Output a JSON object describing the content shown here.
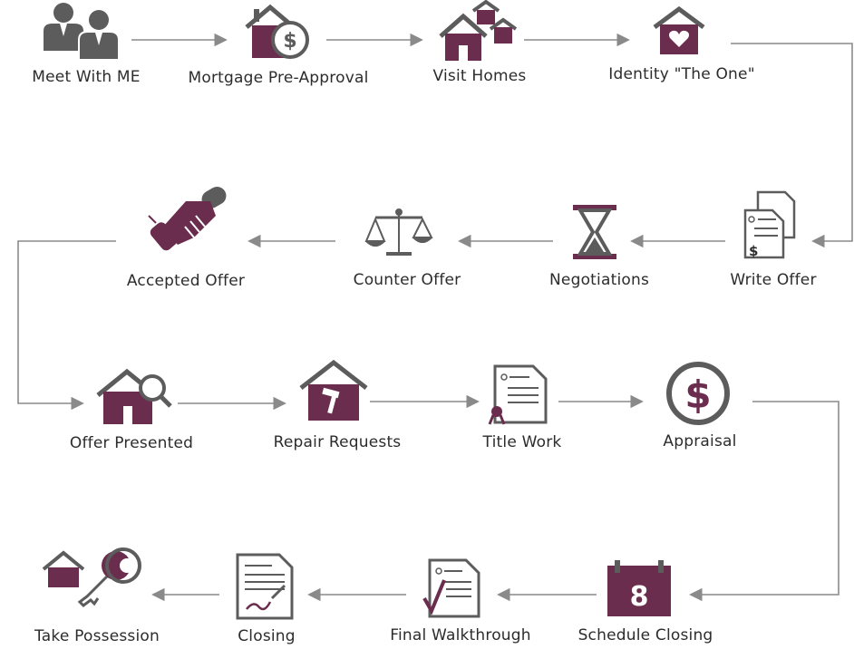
{
  "colors": {
    "plum": "#6b2d4e",
    "gray": "#5c5c5c",
    "arrow": "#8a8a8a",
    "text": "#2c2c2c"
  },
  "steps": [
    {
      "label": "Meet With ME",
      "icon": "people-icon"
    },
    {
      "label": "Mortgage Pre-Approval",
      "icon": "house-dollar-icon"
    },
    {
      "label": "Visit Homes",
      "icon": "houses-icon"
    },
    {
      "label": "Identity \"The One\"",
      "icon": "house-heart-icon"
    },
    {
      "label": "Write Offer",
      "icon": "documents-dollar-icon"
    },
    {
      "label": "Negotiations",
      "icon": "hourglass-icon"
    },
    {
      "label": "Counter Offer",
      "icon": "scales-icon"
    },
    {
      "label": "Accepted Offer",
      "icon": "handshake-icon"
    },
    {
      "label": "Offer Presented",
      "icon": "house-search-icon"
    },
    {
      "label": "Repair Requests",
      "icon": "house-hammer-icon"
    },
    {
      "label": "Title Work",
      "icon": "certificate-icon"
    },
    {
      "label": "Appraisal",
      "icon": "dollar-coin-icon"
    },
    {
      "label": "Schedule Closing",
      "icon": "calendar-icon"
    },
    {
      "label": "Final Walkthrough",
      "icon": "checklist-icon"
    },
    {
      "label": "Closing",
      "icon": "signed-document-icon"
    },
    {
      "label": "Take Possession",
      "icon": "house-keys-icon"
    }
  ]
}
